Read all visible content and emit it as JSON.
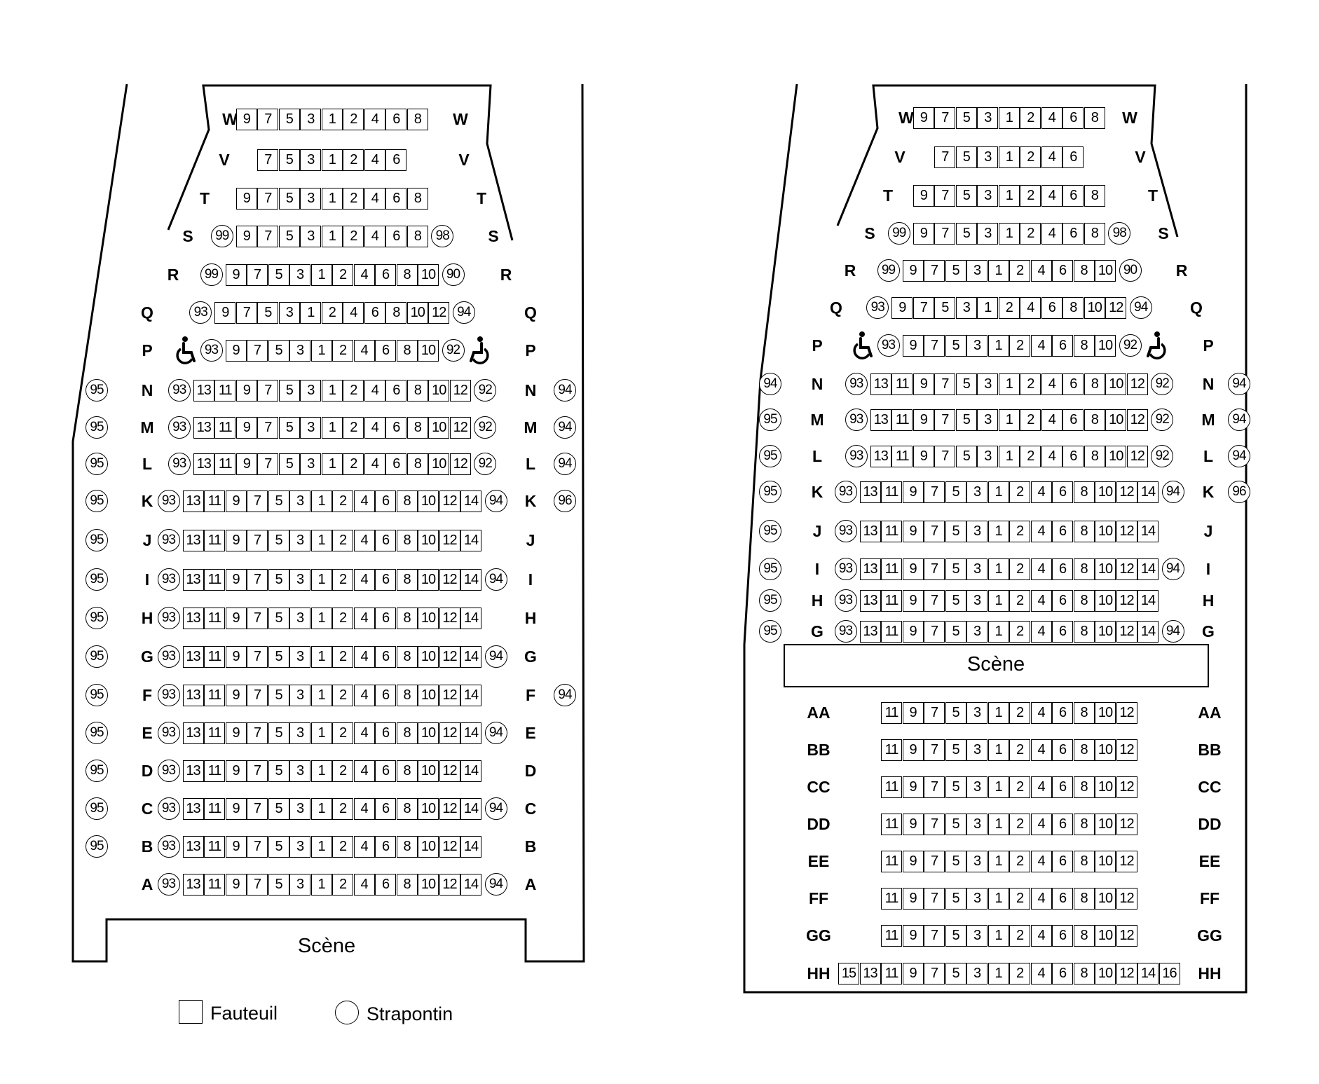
{
  "legend": {
    "seat": "Fauteuil",
    "folding": "Strapontin"
  },
  "configs": [
    {
      "id": "left",
      "stage_label": "Scène",
      "rows": [
        {
          "label": "W",
          "seats": [
            "9",
            "7",
            "5",
            "3",
            "1",
            "2",
            "4",
            "6",
            "8"
          ]
        },
        {
          "label": "V",
          "seats": [
            "7",
            "5",
            "3",
            "1",
            "2",
            "4",
            "6"
          ]
        },
        {
          "label": "T",
          "seats": [
            "9",
            "7",
            "5",
            "3",
            "1",
            "2",
            "4",
            "6",
            "8"
          ]
        },
        {
          "label": "S",
          "left_strap": "99",
          "seats": [
            "9",
            "7",
            "5",
            "3",
            "1",
            "2",
            "4",
            "6",
            "8"
          ],
          "right_strap": "98"
        },
        {
          "label": "R",
          "left_strap": "99",
          "seats": [
            "9",
            "7",
            "5",
            "3",
            "1",
            "2",
            "4",
            "6",
            "8",
            "10"
          ],
          "right_strap": "90"
        },
        {
          "label": "Q",
          "left_strap": "93",
          "seats": [
            "9",
            "7",
            "5",
            "3",
            "1",
            "2",
            "4",
            "6",
            "8",
            "10",
            "12"
          ],
          "right_strap": "94"
        },
        {
          "label": "P",
          "wheelchair": true,
          "left_strap": "93",
          "seats": [
            "9",
            "7",
            "5",
            "3",
            "1",
            "2",
            "4",
            "6",
            "8",
            "10"
          ],
          "right_strap": "92"
        },
        {
          "label": "N",
          "outer_left": "95",
          "left_strap": "93",
          "seats": [
            "13",
            "11",
            "9",
            "7",
            "5",
            "3",
            "1",
            "2",
            "4",
            "6",
            "8",
            "10",
            "12"
          ],
          "right_strap": "92",
          "outer_right": "94"
        },
        {
          "label": "M",
          "outer_left": "95",
          "left_strap": "93",
          "seats": [
            "13",
            "11",
            "9",
            "7",
            "5",
            "3",
            "1",
            "2",
            "4",
            "6",
            "8",
            "10",
            "12"
          ],
          "right_strap": "92",
          "outer_right": "94"
        },
        {
          "label": "L",
          "outer_left": "95",
          "left_strap": "93",
          "seats": [
            "13",
            "11",
            "9",
            "7",
            "5",
            "3",
            "1",
            "2",
            "4",
            "6",
            "8",
            "10",
            "12"
          ],
          "right_strap": "92",
          "outer_right": "94"
        },
        {
          "label": "K",
          "outer_left": "95",
          "left_strap": "93",
          "seats": [
            "13",
            "11",
            "9",
            "7",
            "5",
            "3",
            "1",
            "2",
            "4",
            "6",
            "8",
            "10",
            "12",
            "14"
          ],
          "right_strap": "94",
          "outer_right": "96"
        },
        {
          "label": "J",
          "outer_left": "95",
          "left_strap": "93",
          "seats": [
            "13",
            "11",
            "9",
            "7",
            "5",
            "3",
            "1",
            "2",
            "4",
            "6",
            "8",
            "10",
            "12",
            "14"
          ]
        },
        {
          "label": "I",
          "outer_left": "95",
          "left_strap": "93",
          "seats": [
            "13",
            "11",
            "9",
            "7",
            "5",
            "3",
            "1",
            "2",
            "4",
            "6",
            "8",
            "10",
            "12",
            "14"
          ],
          "right_strap": "94"
        },
        {
          "label": "H",
          "outer_left": "95",
          "left_strap": "93",
          "seats": [
            "13",
            "11",
            "9",
            "7",
            "5",
            "3",
            "1",
            "2",
            "4",
            "6",
            "8",
            "10",
            "12",
            "14"
          ]
        },
        {
          "label": "G",
          "outer_left": "95",
          "left_strap": "93",
          "seats": [
            "13",
            "11",
            "9",
            "7",
            "5",
            "3",
            "1",
            "2",
            "4",
            "6",
            "8",
            "10",
            "12",
            "14"
          ],
          "right_strap": "94"
        },
        {
          "label": "F",
          "outer_left": "95",
          "left_strap": "93",
          "seats": [
            "13",
            "11",
            "9",
            "7",
            "5",
            "3",
            "1",
            "2",
            "4",
            "6",
            "8",
            "10",
            "12",
            "14"
          ],
          "outer_right": "94"
        },
        {
          "label": "E",
          "outer_left": "95",
          "left_strap": "93",
          "seats": [
            "13",
            "11",
            "9",
            "7",
            "5",
            "3",
            "1",
            "2",
            "4",
            "6",
            "8",
            "10",
            "12",
            "14"
          ],
          "right_strap": "94"
        },
        {
          "label": "D",
          "outer_left": "95",
          "left_strap": "93",
          "seats": [
            "13",
            "11",
            "9",
            "7",
            "5",
            "3",
            "1",
            "2",
            "4",
            "6",
            "8",
            "10",
            "12",
            "14"
          ]
        },
        {
          "label": "C",
          "outer_left": "95",
          "left_strap": "93",
          "seats": [
            "13",
            "11",
            "9",
            "7",
            "5",
            "3",
            "1",
            "2",
            "4",
            "6",
            "8",
            "10",
            "12",
            "14"
          ],
          "right_strap": "94"
        },
        {
          "label": "B",
          "outer_left": "95",
          "left_strap": "93",
          "seats": [
            "13",
            "11",
            "9",
            "7",
            "5",
            "3",
            "1",
            "2",
            "4",
            "6",
            "8",
            "10",
            "12",
            "14"
          ]
        },
        {
          "label": "A",
          "left_strap": "93",
          "seats": [
            "13",
            "11",
            "9",
            "7",
            "5",
            "3",
            "1",
            "2",
            "4",
            "6",
            "8",
            "10",
            "12",
            "14"
          ],
          "right_strap": "94"
        }
      ]
    },
    {
      "id": "right",
      "stage_label": "Scène",
      "rows": [
        {
          "label": "W",
          "seats": [
            "9",
            "7",
            "5",
            "3",
            "1",
            "2",
            "4",
            "6",
            "8"
          ]
        },
        {
          "label": "V",
          "seats": [
            "7",
            "5",
            "3",
            "1",
            "2",
            "4",
            "6"
          ]
        },
        {
          "label": "T",
          "seats": [
            "9",
            "7",
            "5",
            "3",
            "1",
            "2",
            "4",
            "6",
            "8"
          ]
        },
        {
          "label": "S",
          "left_strap": "99",
          "seats": [
            "9",
            "7",
            "5",
            "3",
            "1",
            "2",
            "4",
            "6",
            "8"
          ],
          "right_strap": "98"
        },
        {
          "label": "R",
          "left_strap": "99",
          "seats": [
            "9",
            "7",
            "5",
            "3",
            "1",
            "2",
            "4",
            "6",
            "8",
            "10"
          ],
          "right_strap": "90"
        },
        {
          "label": "Q",
          "left_strap": "93",
          "seats": [
            "9",
            "7",
            "5",
            "3",
            "1",
            "2",
            "4",
            "6",
            "8",
            "10",
            "12"
          ],
          "right_strap": "94"
        },
        {
          "label": "P",
          "wheelchair": true,
          "left_strap": "93",
          "seats": [
            "9",
            "7",
            "5",
            "3",
            "1",
            "2",
            "4",
            "6",
            "8",
            "10"
          ],
          "right_strap": "92"
        },
        {
          "label": "N",
          "outer_left": "94",
          "left_strap": "93",
          "seats": [
            "13",
            "11",
            "9",
            "7",
            "5",
            "3",
            "1",
            "2",
            "4",
            "6",
            "8",
            "10",
            "12"
          ],
          "right_strap": "92",
          "outer_right": "94"
        },
        {
          "label": "M",
          "outer_left": "95",
          "left_strap": "93",
          "seats": [
            "13",
            "11",
            "9",
            "7",
            "5",
            "3",
            "1",
            "2",
            "4",
            "6",
            "8",
            "10",
            "12"
          ],
          "right_strap": "92",
          "outer_right": "94"
        },
        {
          "label": "L",
          "outer_left": "95",
          "left_strap": "93",
          "seats": [
            "13",
            "11",
            "9",
            "7",
            "5",
            "3",
            "1",
            "2",
            "4",
            "6",
            "8",
            "10",
            "12"
          ],
          "right_strap": "92",
          "outer_right": "94"
        },
        {
          "label": "K",
          "outer_left": "95",
          "left_strap": "93",
          "seats": [
            "13",
            "11",
            "9",
            "7",
            "5",
            "3",
            "1",
            "2",
            "4",
            "6",
            "8",
            "10",
            "12",
            "14"
          ],
          "right_strap": "94",
          "outer_right": "96"
        },
        {
          "label": "J",
          "outer_left": "95",
          "left_strap": "93",
          "seats": [
            "13",
            "11",
            "9",
            "7",
            "5",
            "3",
            "1",
            "2",
            "4",
            "6",
            "8",
            "10",
            "12",
            "14"
          ]
        },
        {
          "label": "I",
          "outer_left": "95",
          "left_strap": "93",
          "seats": [
            "13",
            "11",
            "9",
            "7",
            "5",
            "3",
            "1",
            "2",
            "4",
            "6",
            "8",
            "10",
            "12",
            "14"
          ],
          "right_strap": "94"
        },
        {
          "label": "H",
          "outer_left": "95",
          "left_strap": "93",
          "seats": [
            "13",
            "11",
            "9",
            "7",
            "5",
            "3",
            "1",
            "2",
            "4",
            "6",
            "8",
            "10",
            "12",
            "14"
          ]
        },
        {
          "label": "G",
          "outer_left": "95",
          "left_strap": "93",
          "seats": [
            "13",
            "11",
            "9",
            "7",
            "5",
            "3",
            "1",
            "2",
            "4",
            "6",
            "8",
            "10",
            "12",
            "14"
          ],
          "right_strap": "94"
        }
      ],
      "front_rows": [
        {
          "label": "AA",
          "seats": [
            "11",
            "9",
            "7",
            "5",
            "3",
            "1",
            "2",
            "4",
            "6",
            "8",
            "10",
            "12"
          ]
        },
        {
          "label": "BB",
          "seats": [
            "11",
            "9",
            "7",
            "5",
            "3",
            "1",
            "2",
            "4",
            "6",
            "8",
            "10",
            "12"
          ]
        },
        {
          "label": "CC",
          "seats": [
            "11",
            "9",
            "7",
            "5",
            "3",
            "1",
            "2",
            "4",
            "6",
            "8",
            "10",
            "12"
          ]
        },
        {
          "label": "DD",
          "seats": [
            "11",
            "9",
            "7",
            "5",
            "3",
            "1",
            "2",
            "4",
            "6",
            "8",
            "10",
            "12"
          ]
        },
        {
          "label": "EE",
          "seats": [
            "11",
            "9",
            "7",
            "5",
            "3",
            "1",
            "2",
            "4",
            "6",
            "8",
            "10",
            "12"
          ]
        },
        {
          "label": "FF",
          "seats": [
            "11",
            "9",
            "7",
            "5",
            "3",
            "1",
            "2",
            "4",
            "6",
            "8",
            "10",
            "12"
          ]
        },
        {
          "label": "GG",
          "seats": [
            "11",
            "9",
            "7",
            "5",
            "3",
            "1",
            "2",
            "4",
            "6",
            "8",
            "10",
            "12"
          ]
        },
        {
          "label": "HH",
          "seats": [
            "15",
            "13",
            "11",
            "9",
            "7",
            "5",
            "3",
            "1",
            "2",
            "4",
            "6",
            "8",
            "10",
            "12",
            "14",
            "16"
          ]
        }
      ]
    }
  ]
}
